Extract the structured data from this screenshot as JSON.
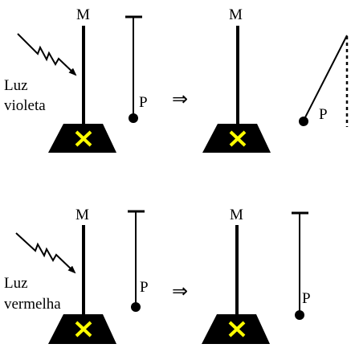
{
  "labels": {
    "metal_plate": "M",
    "pendulum_ball": "P",
    "transition_symbol": "⇒"
  },
  "top_row": {
    "light": [
      "Luz",
      "violeta"
    ]
  },
  "bottom_row": {
    "light": [
      "Luz",
      "vermelha"
    ]
  },
  "colors": {
    "stroke": "#000000",
    "base_fill": "#000000",
    "base_mark": "#ffff00"
  }
}
